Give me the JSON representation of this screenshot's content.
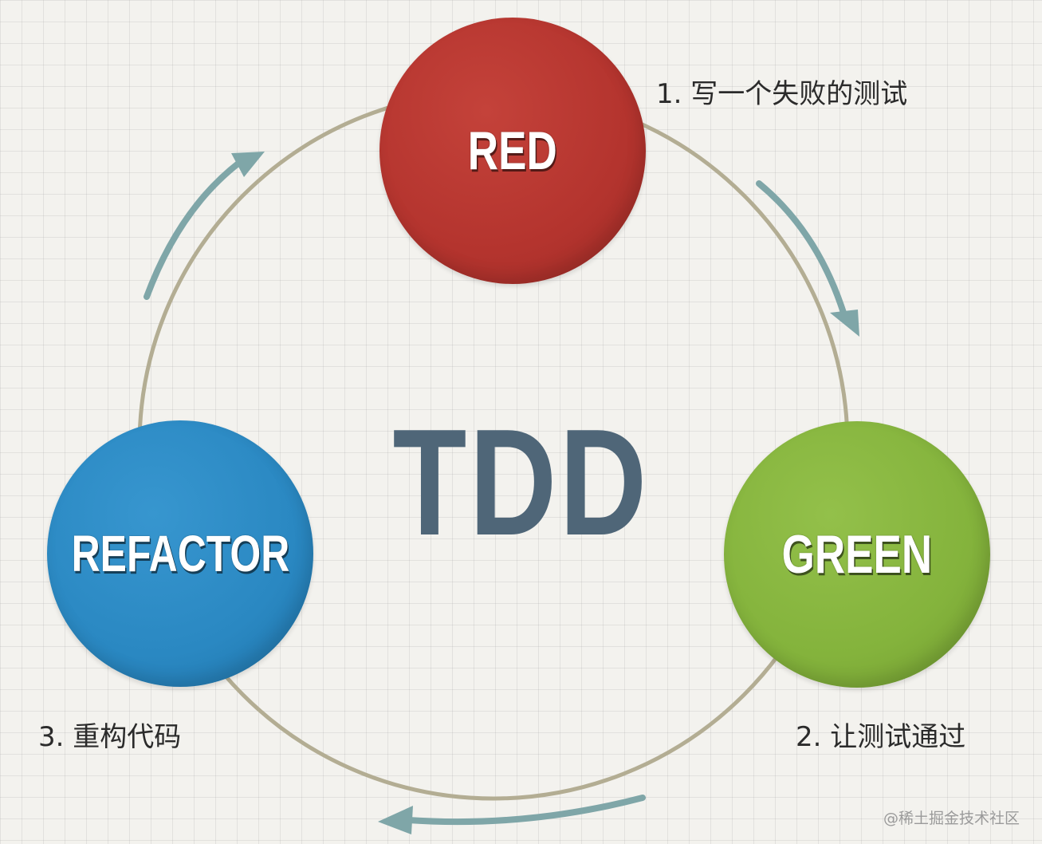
{
  "diagram": {
    "center_title": "TDD",
    "nodes": {
      "red": {
        "label": "RED",
        "color": "#b4342e"
      },
      "green": {
        "label": "GREEN",
        "color": "#84b33c"
      },
      "refactor": {
        "label": "REFACTOR",
        "color": "#2a88c2"
      }
    },
    "steps": {
      "step1": "1. 写一个失败的测试",
      "step2": "2. 让测试通过",
      "step3": "3. 重构代码"
    },
    "ring_color": "#b3ad93",
    "arrow_color": "#7fa6a8"
  },
  "watermark": "@稀土掘金技术社区"
}
